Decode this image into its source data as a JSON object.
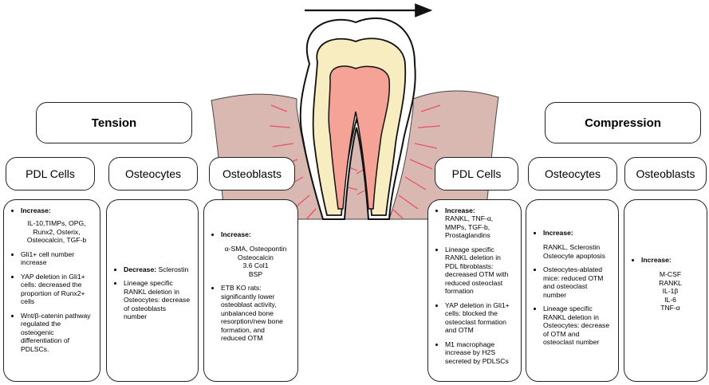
{
  "tension": {
    "title": "Tension",
    "pdl": {
      "title": "PDL Cells",
      "items": [
        {
          "head": "Increase",
          "text": "IL-10,TIMPs, OPG, Runx2, Osterix, Osteocalcin, TGF-b"
        },
        {
          "text": "Gli1+ cell number increase"
        },
        {
          "text": "YAP deletion in Gli1+ cells: decreased the proportion of Runx2+ cells"
        },
        {
          "text": "Wnt/β-catenin pathway regulated the osteogenic differentiation of PDLSCs."
        }
      ]
    },
    "osteocytes": {
      "title": "Osteocytes",
      "items": [
        {
          "head": "Decrease",
          "text": "Sclerostin"
        },
        {
          "text": "Lineage specific RANKL deletion in Osteocytes: decrease of osteoblasts number"
        }
      ]
    },
    "osteoblasts": {
      "title": "Osteoblasts",
      "items": [
        {
          "head": "Increase",
          "lines": [
            "α-SMA, Osteopontin",
            "Osteocalcin",
            "3.6 Col1",
            "BSP"
          ]
        },
        {
          "text": "ETB KO rats: significantly lower osteoblast activity, unbalanced bone resorption/new bone formation, and reduced OTM"
        }
      ]
    }
  },
  "compression": {
    "title": "Compression",
    "pdl": {
      "title": "PDL Cells",
      "items": [
        {
          "head": "Increase",
          "text": "RANKL, TNF-α, MMPs, TGF-b, Prostaglandins"
        },
        {
          "text": "Lineage specific RANKL deletion in PDL fibroblasts: decreased OTM with reduced osteoclast formation"
        },
        {
          "text": "YAP deletion in Gli1+ cells: blocked the osteoclast formation and OTM"
        },
        {
          "text": "M1 macrophage increase by H2S secreted by PDLSCs"
        }
      ]
    },
    "osteocytes": {
      "title": "Osteocytes",
      "items": [
        {
          "head": "Increase",
          "text": "RANKL, Sclerostin Osteocyte apoptosis"
        },
        {
          "text": "Osteocytes-ablated mice: reduced OTM and osteoclast number"
        },
        {
          "text": "Lineage specific RANKL deletion in Osteocytes: decrease of OTM and osteoclast number"
        }
      ]
    },
    "osteoblasts": {
      "title": "Osteoblasts",
      "items": [
        {
          "head": "Increase",
          "lines": [
            "M-CSF",
            "RANKL",
            "IL-1β",
            "IL-6",
            "TNF-α"
          ]
        }
      ]
    }
  },
  "colors": {
    "enamel": "#ffffff",
    "dentin": "#f8edc0",
    "pulp": "#f5a297",
    "bone": "#d9b8b2",
    "pdl_lines": "#e8516a",
    "outline": "#111111"
  }
}
